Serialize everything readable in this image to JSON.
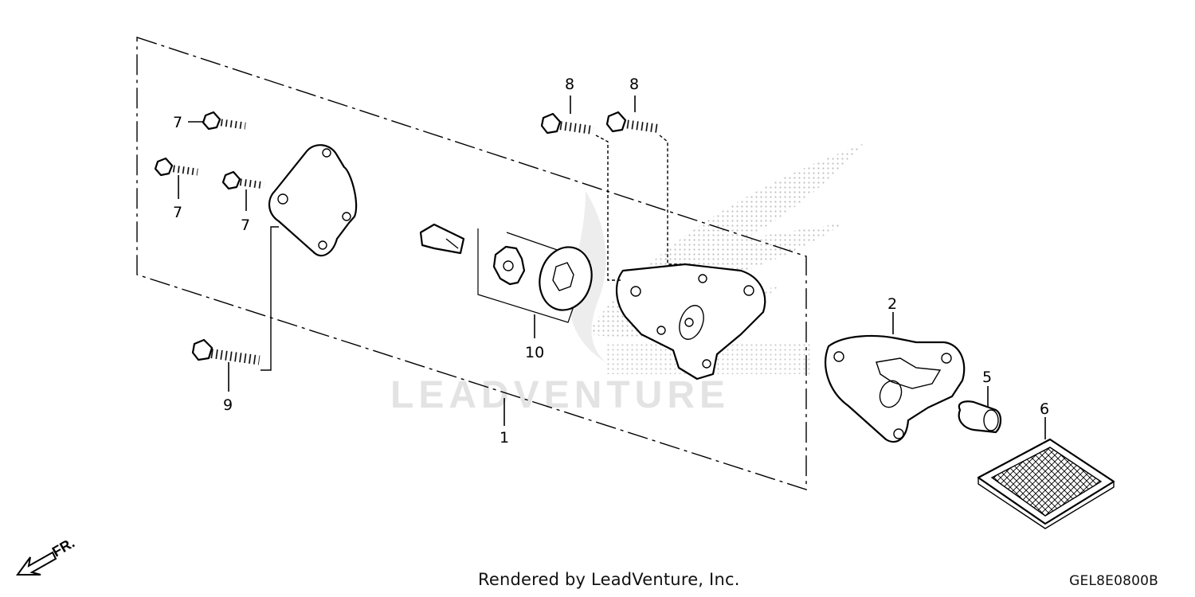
{
  "diagram": {
    "callouts": {
      "c1": "1",
      "c2": "2",
      "c5": "5",
      "c6": "6",
      "c7a": "7",
      "c7b": "7",
      "c7c": "7",
      "c8a": "8",
      "c8b": "8",
      "c9": "9",
      "c10": "10"
    },
    "direction_label": "FR.",
    "watermark": "LEADVENTURE"
  },
  "footer": {
    "credit": "Rendered by LeadVenture, Inc.",
    "code": "GEL8E0800B"
  }
}
